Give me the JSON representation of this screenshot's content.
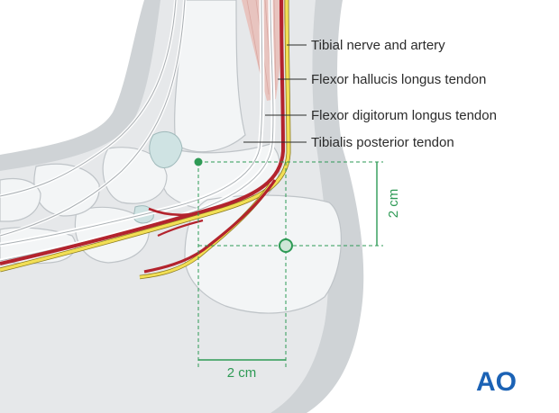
{
  "labels": {
    "tibial_nerve_artery": "Tibial nerve and artery",
    "fhl_tendon": "Flexor hallucis longus tendon",
    "fdl_tendon": "Flexor digitorum longus tendon",
    "tp_tendon": "Tibialis posterior tendon"
  },
  "dimensions": {
    "vertical": "2 cm",
    "horizontal": "2 cm"
  },
  "logo": {
    "text": "AO"
  },
  "colors": {
    "background": "#ffffff",
    "skin": "#cfd3d6",
    "soft_tissue": "#e6e8ea",
    "bone": "#f3f5f6",
    "bone_outline": "#bfc4c8",
    "nerve": "#f2df55",
    "artery": "#b3232d",
    "measure": "#2e9a55",
    "muscle": "#e7bdb7",
    "logo": "#1b62b5"
  }
}
